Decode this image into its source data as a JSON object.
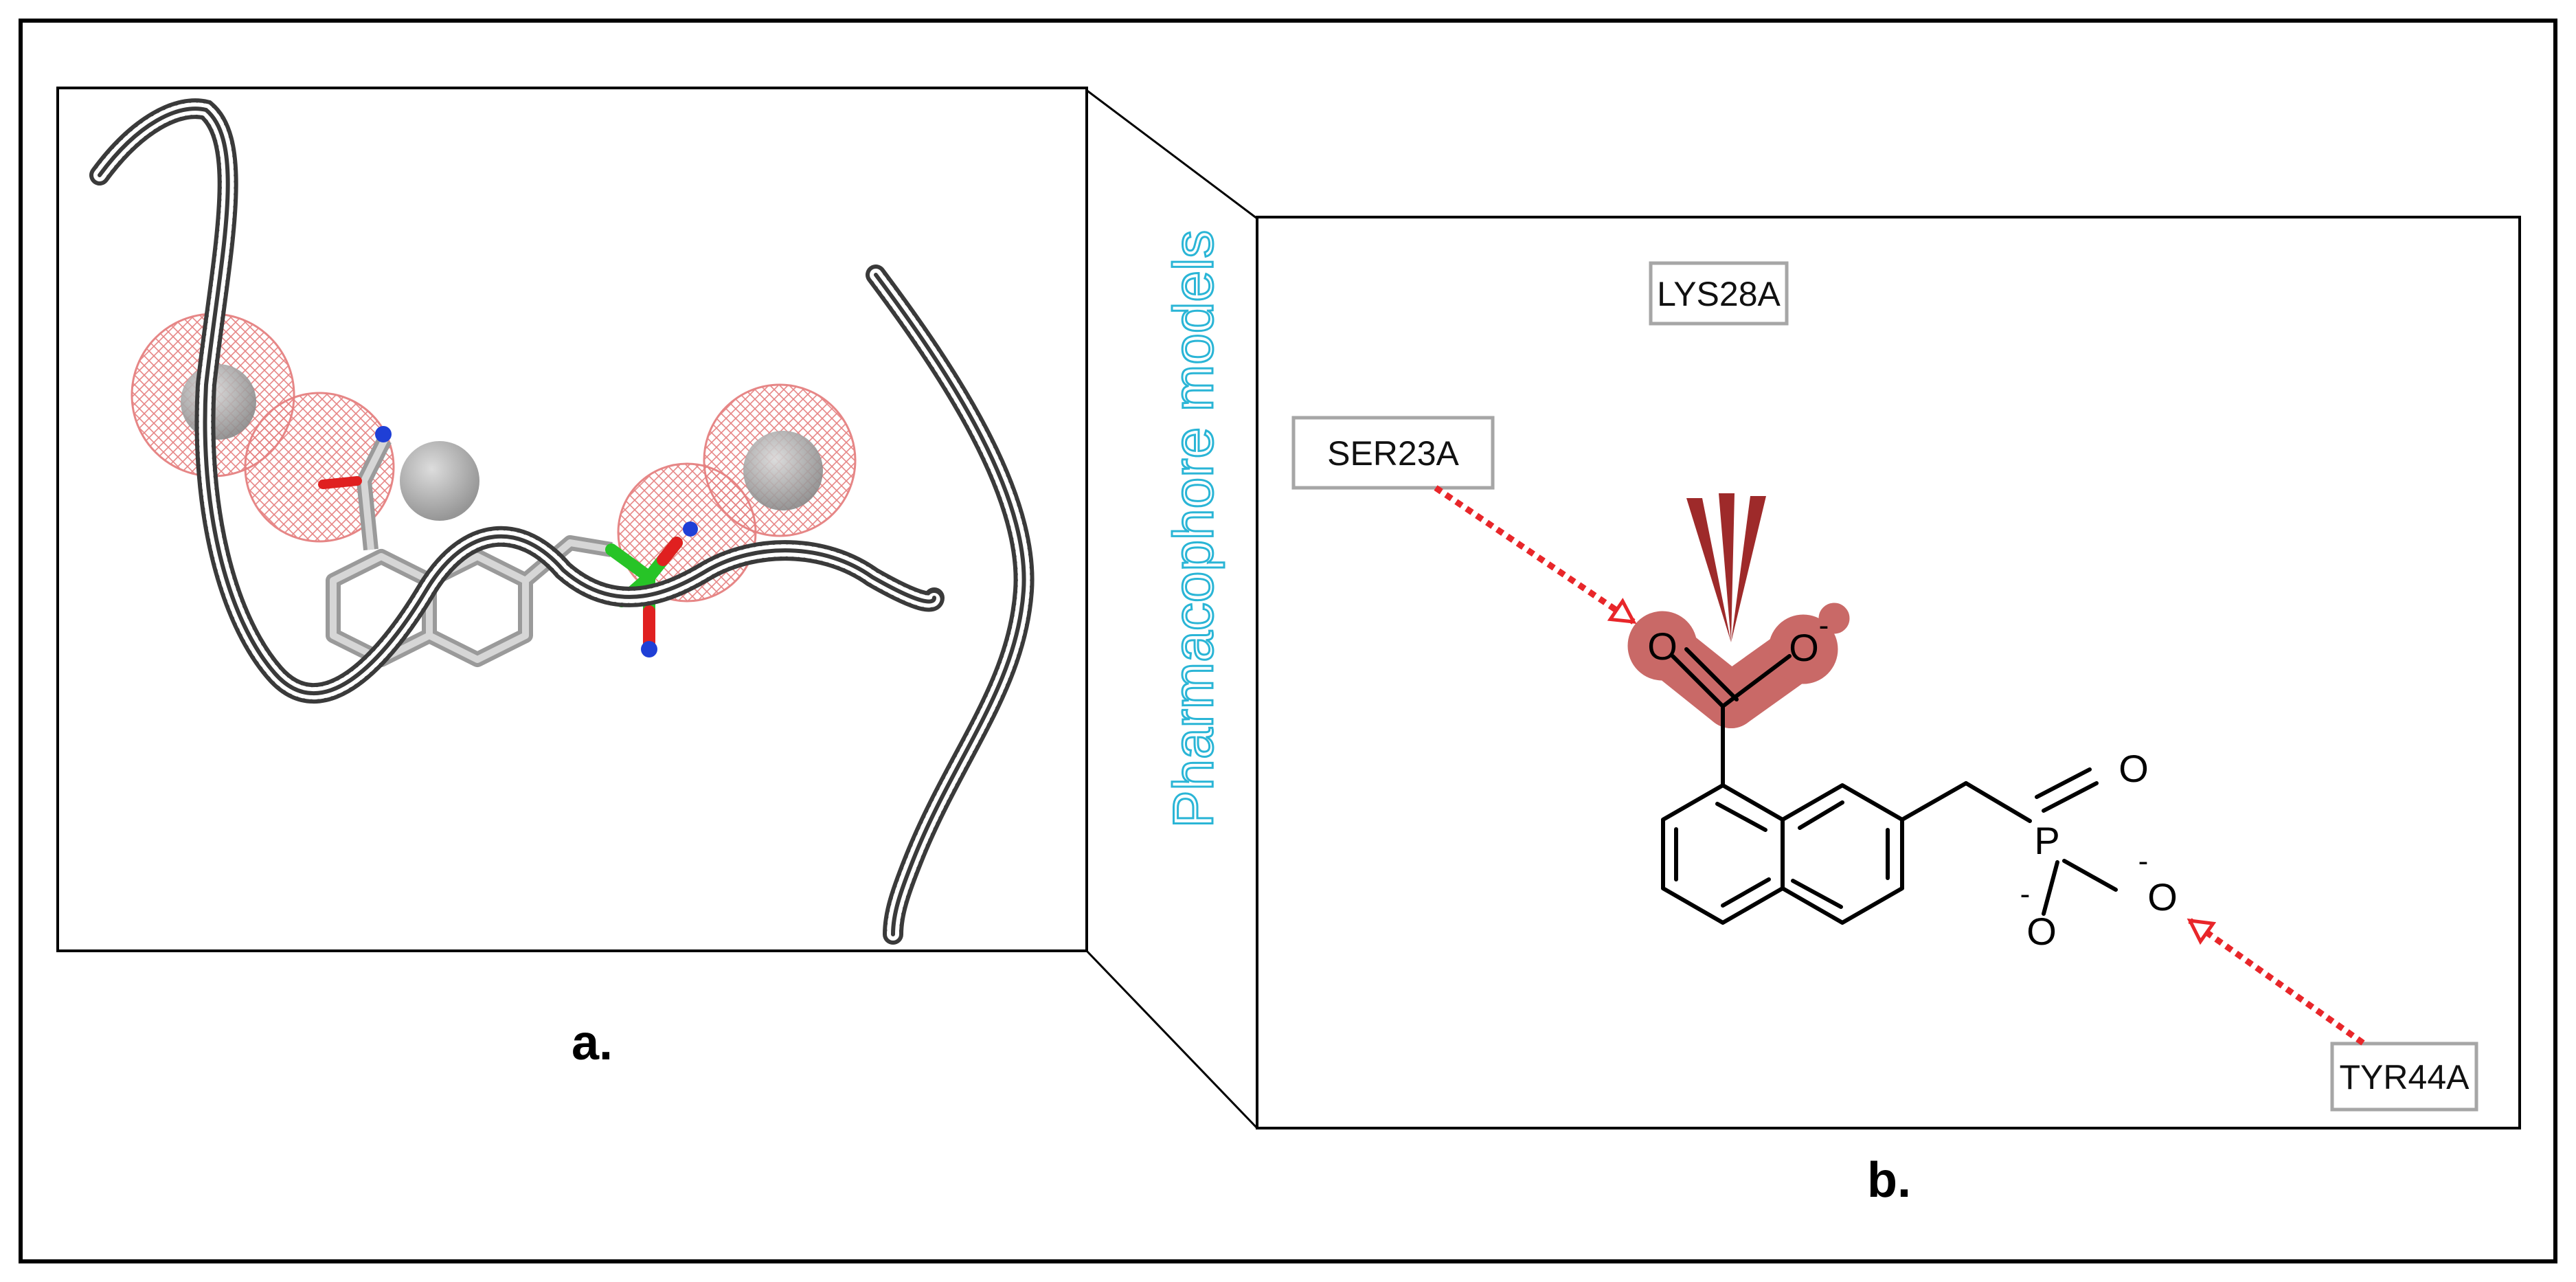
{
  "panels": {
    "a": {
      "letter": "a."
    },
    "b": {
      "letter": "b."
    }
  },
  "side_title": "Pharmacophore models",
  "residues": {
    "lys": "LYS28A",
    "ser": "SER23A",
    "tyr": "TYR44A"
  },
  "atoms": {
    "o_left": "O",
    "o_right": "O",
    "o_top": "O",
    "p": "P",
    "o_mid": "O",
    "o_bottom": "O",
    "minus": "-"
  },
  "colors": {
    "title_cyan": "#2ab5d6",
    "interaction_red": "#e8262a",
    "highlight_red": "#c0504d",
    "mesh_red": "#e58080",
    "ribbon": "#3a3a3a",
    "carbon_green": "#27c427",
    "nitrogen_blue": "#1f3fd6",
    "oxygen_red": "#e02020"
  }
}
